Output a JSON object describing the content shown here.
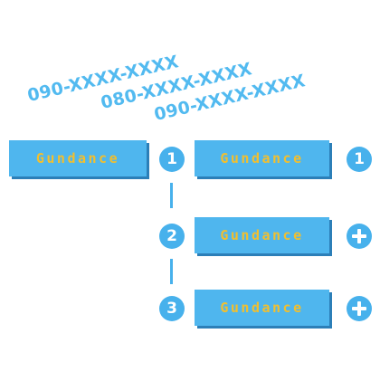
{
  "phones": [
    "090-XXXX-XXXX",
    "080-XXXX-XXXX",
    "090-XXXX-XXXX"
  ],
  "left_button": {
    "label": "Gundance"
  },
  "steps": [
    {
      "number": "1",
      "button_label": "Gundance",
      "side_badge": "1",
      "side_icon": "badge-number"
    },
    {
      "number": "2",
      "button_label": "Gundance",
      "side_icon": "plus-icon"
    },
    {
      "number": "3",
      "button_label": "Gundance",
      "side_icon": "plus-icon"
    }
  ],
  "colors": {
    "accent_blue": "#4fb6ee",
    "button_shadow": "#2c7fb8",
    "label_gold": "#f2bf2e",
    "badge_white": "#ffffff"
  }
}
